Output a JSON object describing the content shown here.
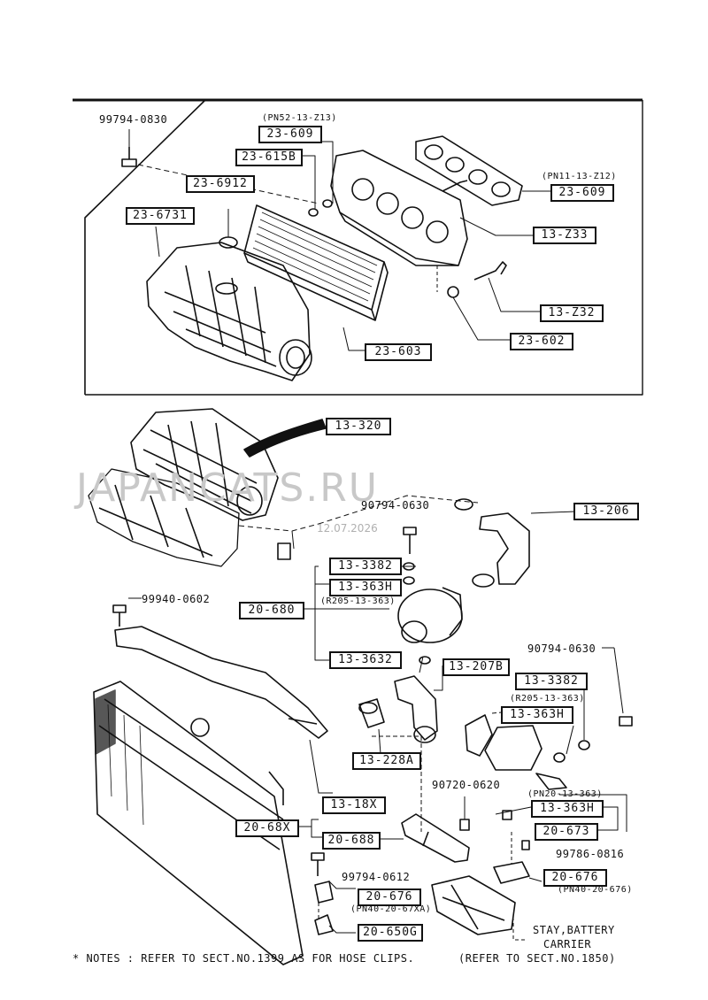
{
  "watermark": {
    "text": "JAPANCATS.RU",
    "date": "12.07.2026"
  },
  "parts": {
    "p_99794_0830": "99794-0830",
    "p_pn52": "(PN52-13-Z13)",
    "p_23_609a": "23-609",
    "p_23_615b": "23-615B",
    "p_23_6912": "23-6912",
    "p_23_6731": "23-6731",
    "p_pn11": "(PN11-13-Z12)",
    "p_23_609b": "23-609",
    "p_13_z33": "13-Z33",
    "p_13_z32": "13-Z32",
    "p_23_602": "23-602",
    "p_23_603": "23-603",
    "p_13_320": "13-320",
    "p_90794_0630a": "90794-0630",
    "p_13_206": "13-206",
    "p_13_3382a": "13-3382",
    "p_13_363ha": "13-363H",
    "p_r205a": "(R205-13-363)",
    "p_20_680": "20-680",
    "p_99940_0602": "99940-0602",
    "p_13_3632": "13-3632",
    "p_13_207b": "13-207B",
    "p_90794_0630b": "90794-0630",
    "p_13_3382b": "13-3382",
    "p_r205b": "(R205-13-363)",
    "p_13_363hb": "13-363H",
    "p_13_228a": "13-228A",
    "p_90720_0620": "90720-0620",
    "p_pn20": "(PN20-13-363)",
    "p_13_363hc": "13-363H",
    "p_13_18x": "13-18X",
    "p_20_673": "20-673",
    "p_20_68x": "20-68X",
    "p_20_688": "20-688",
    "p_99786_0816": "99786-0816",
    "p_99794_0612": "99794-0612",
    "p_20_676a": "20-676",
    "p_pn40a": "(PN40-20-676)",
    "p_20_676b": "20-676",
    "p_pn40b": "(PN40-20-67XA)",
    "p_20_650g": "20-650G",
    "p_stay1": "STAY,BATTERY",
    "p_stay2": "CARRIER",
    "p_stay3": "(REFER TO SECT.NO.1850)"
  },
  "notes": "* NOTES : REFER TO SECT.NO.1399 AS FOR HOSE CLIPS."
}
